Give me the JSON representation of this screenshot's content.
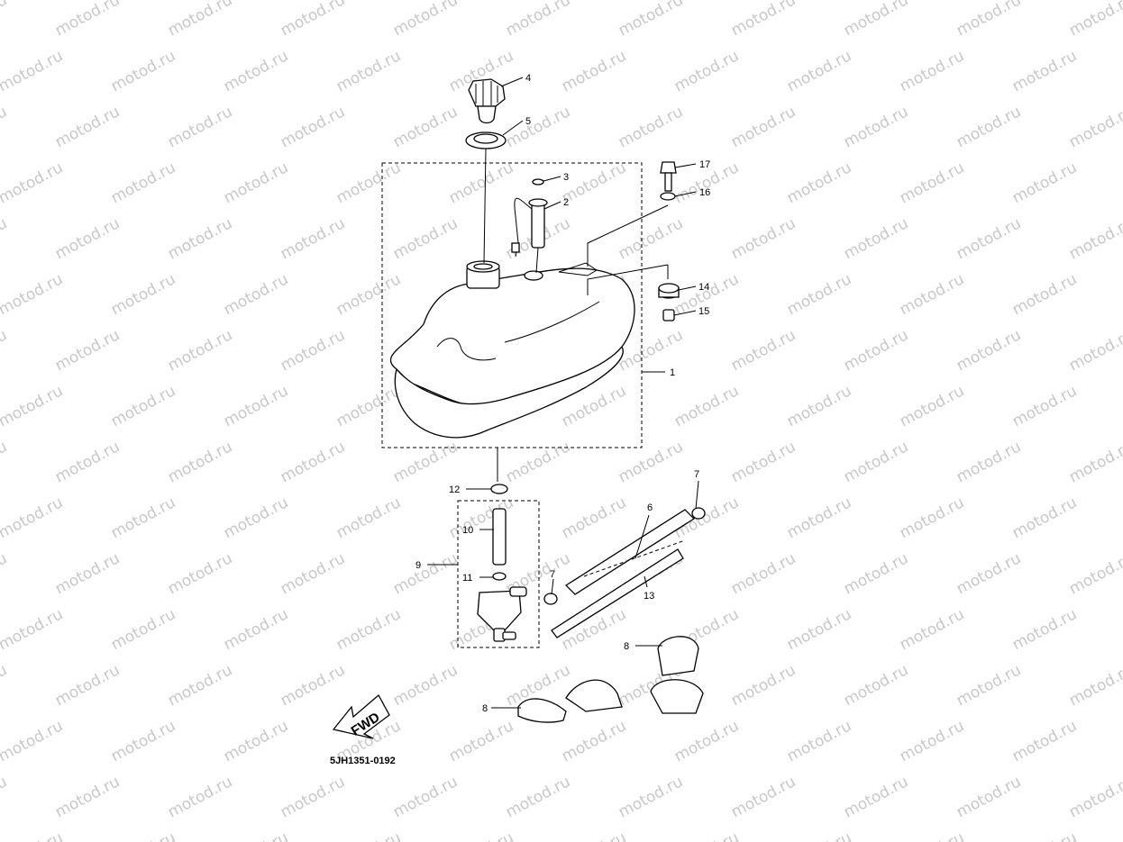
{
  "diagram": {
    "code": "5JH1351-0192",
    "fwd_label": "FWD",
    "watermark_text": "motod.ru",
    "callouts": [
      "1",
      "2",
      "3",
      "4",
      "5",
      "6",
      "7",
      "7",
      "8",
      "8",
      "9",
      "10",
      "11",
      "12",
      "13",
      "14",
      "15",
      "16",
      "17"
    ],
    "colors": {
      "line": "#000000",
      "watermark": "#c8c8c8",
      "background": "#ffffff"
    }
  }
}
